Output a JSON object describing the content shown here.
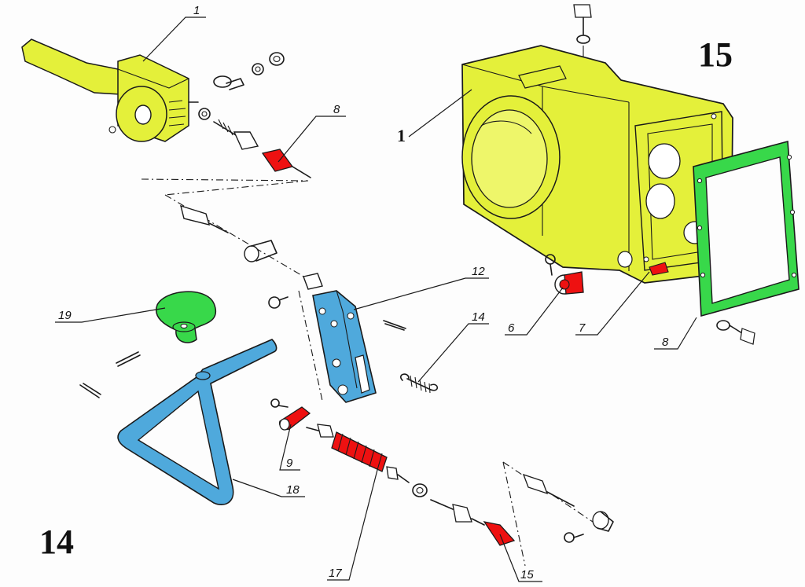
{
  "figures": [
    {
      "number": "14"
    },
    {
      "number": "15"
    }
  ],
  "colors": {
    "yellow": "#e4f03a",
    "blue": "#4fa9dc",
    "green": "#38d84a",
    "red": "#ee1111",
    "ink": "#1a1a1a"
  },
  "callouts": {
    "c1_top": "1",
    "c8_top": "8",
    "c12": "12",
    "c14": "14",
    "c19": "19",
    "c9": "9",
    "c18": "18",
    "c17": "17",
    "c15": "15",
    "c1_housing": "1",
    "c6": "6",
    "c7": "7",
    "c8_gasket": "8"
  },
  "parts": {
    "highlighted": [
      {
        "callout": "1",
        "color": "yellow"
      },
      {
        "callout": "12",
        "color": "blue"
      },
      {
        "callout": "18",
        "color": "blue"
      },
      {
        "callout": "19",
        "color": "green"
      },
      {
        "callout": "8",
        "color": "green"
      },
      {
        "callout": "8",
        "color": "red"
      },
      {
        "callout": "9",
        "color": "red"
      },
      {
        "callout": "17",
        "color": "red"
      },
      {
        "callout": "15",
        "color": "red"
      },
      {
        "callout": "6",
        "color": "red"
      },
      {
        "callout": "7",
        "color": "red"
      }
    ]
  }
}
